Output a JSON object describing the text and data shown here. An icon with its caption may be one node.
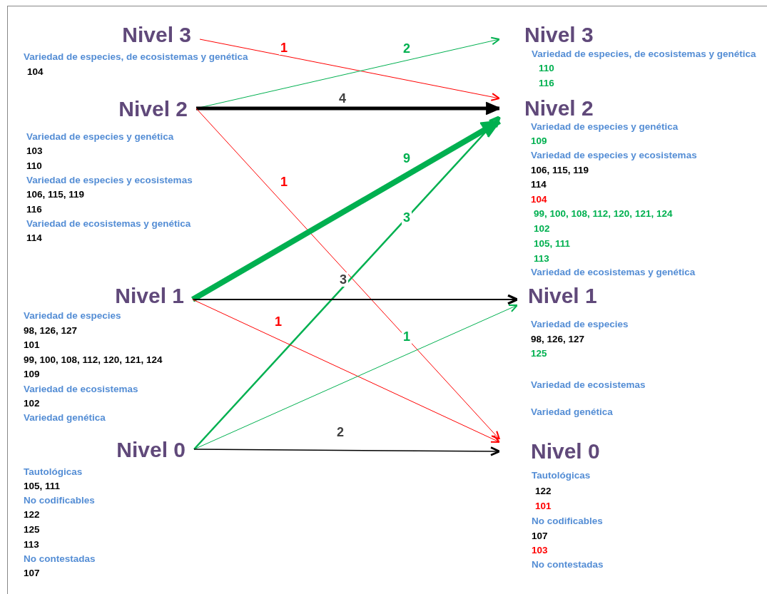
{
  "diagram": {
    "nodes": [
      {
        "text": [
          "Nivel 3"
        ],
        "beside": [
          "Variedad de especies, de ecosistemas y genética",
          "104"
        ]
      },
      {
        "text": [
          "Nivel 3"
        ],
        "beside": [
          "Variedad de especies, de ecosistemas y genética",
          "110",
          "116"
        ]
      },
      {
        "text": [
          "Nivel 2"
        ],
        "beside": [
          "Variedad de especies y genética",
          "103",
          "110",
          "Variedad de especies y ecosistemas",
          "106, 115, 119",
          "116",
          "Variedad de ecosistemas y genética",
          "114"
        ]
      },
      {
        "text": [
          "Nivel 2"
        ],
        "beside": [
          "Variedad de especies y genética",
          "109",
          "Variedad de especies y ecosistemas",
          "106, 115, 119",
          "114",
          "104",
          "99, 100, 108, 112, 120, 121, 124",
          "102",
          "105, 111",
          "113",
          "Variedad de ecosistemas y genética"
        ]
      },
      {
        "text": [
          "Nivel 1"
        ],
        "beside": [
          "Variedad de especies",
          "98, 126, 127",
          "101",
          "99, 100, 108, 112, 120, 121, 124",
          "109",
          "Variedad de ecosistemas",
          "102",
          "Variedad genética"
        ]
      },
      {
        "text": [
          "Nivel 1"
        ],
        "beside": [
          "Variedad de especies",
          "98, 126, 127",
          "125",
          "Variedad de ecosistemas",
          "Variedad genética"
        ]
      },
      {
        "text": [
          "Nivel 0"
        ],
        "beside": [
          "Tautológicas",
          "105, 111",
          "No codificables",
          "122",
          "125",
          "113",
          "No contestadas",
          "107"
        ]
      },
      {
        "text": [
          "Nivel 0"
        ],
        "beside": [
          "Tautológicas",
          "122",
          "101",
          "No codificables",
          "107",
          "103",
          "No contestadas"
        ]
      }
    ],
    "edges": [
      {
        "from": 0,
        "to": 3,
        "arrow": "to",
        "label": "1",
        "color": "#ff0000"
      },
      {
        "from": 2,
        "to": 1,
        "arrow": "to",
        "label": "2",
        "color": "#00b050"
      },
      {
        "from": 2,
        "to": 3,
        "arrow": "to",
        "label": "4",
        "color": "#000000",
        "style": "thick"
      },
      {
        "from": 2,
        "to": 7,
        "arrow": "to",
        "label": "1",
        "color": "#ff0000"
      },
      {
        "from": 4,
        "to": 3,
        "arrow": "to",
        "label": "9",
        "color": "#00b050",
        "style": "thick"
      },
      {
        "from": 6,
        "to": 3,
        "arrow": "to",
        "label": "3",
        "color": "#00b050"
      },
      {
        "from": 4,
        "to": 5,
        "arrow": "to",
        "label": "3",
        "color": "#000000"
      },
      {
        "from": 4,
        "to": 7,
        "arrow": "to",
        "label": "1",
        "color": "#ff0000"
      },
      {
        "from": 6,
        "to": 5,
        "arrow": "to",
        "label": "1",
        "color": "#00b050"
      },
      {
        "from": 6,
        "to": 7,
        "arrow": "to",
        "label": "2",
        "color": "#000000"
      }
    ]
  }
}
